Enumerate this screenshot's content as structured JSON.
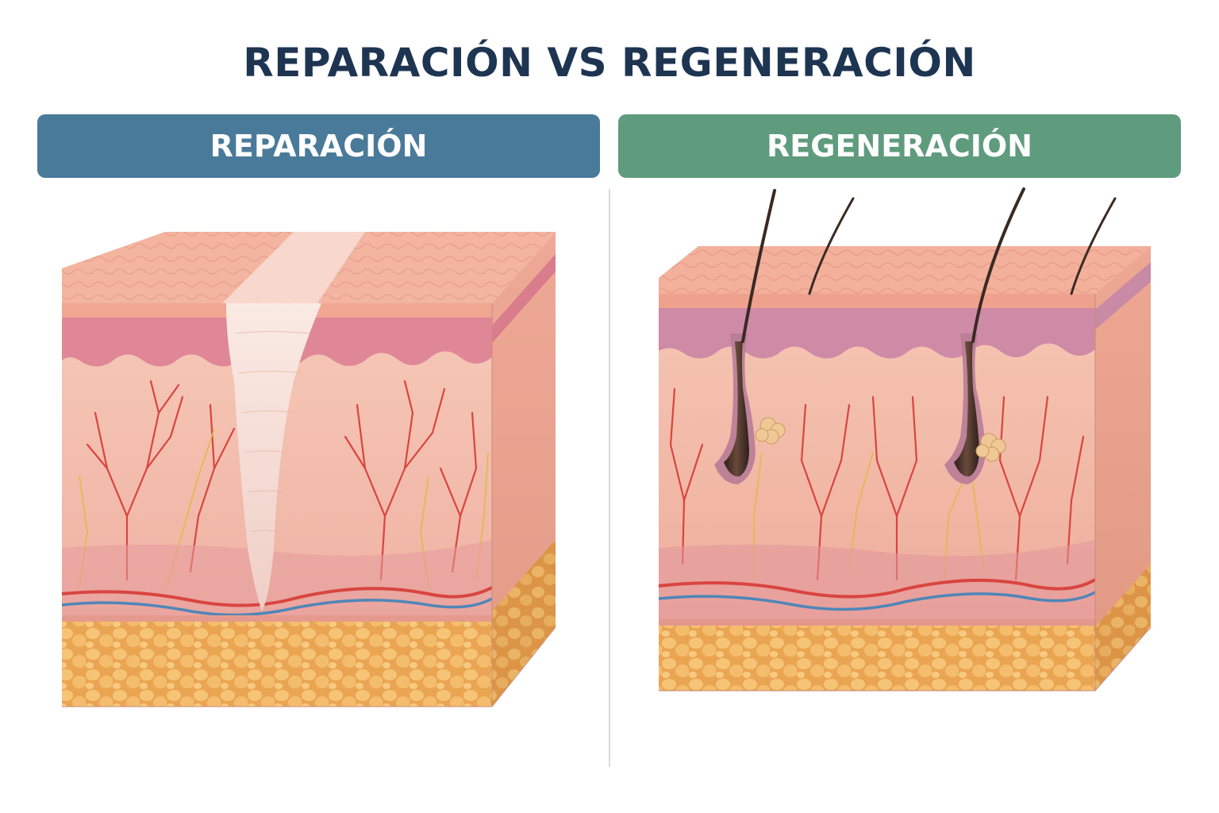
{
  "title": "REPARACIÓN VS REGENERACIÓN",
  "panels": [
    {
      "label": "REPARACIÓN",
      "color": "#4a7a9a"
    },
    {
      "label": "REGENERACIÓN",
      "color": "#5f9b7d"
    }
  ],
  "colors": {
    "title_text": "#1e3552",
    "epidermis_top": "#f2b39e",
    "epidermis_layer": "#e48f98",
    "dermis": "#f4bfae",
    "artery": "#d9453f",
    "vein": "#4f86b8",
    "nerve": "#e3b84a",
    "fat": "#f2b868",
    "scar": "#f3d6cc",
    "hair": "#3a2a24"
  }
}
